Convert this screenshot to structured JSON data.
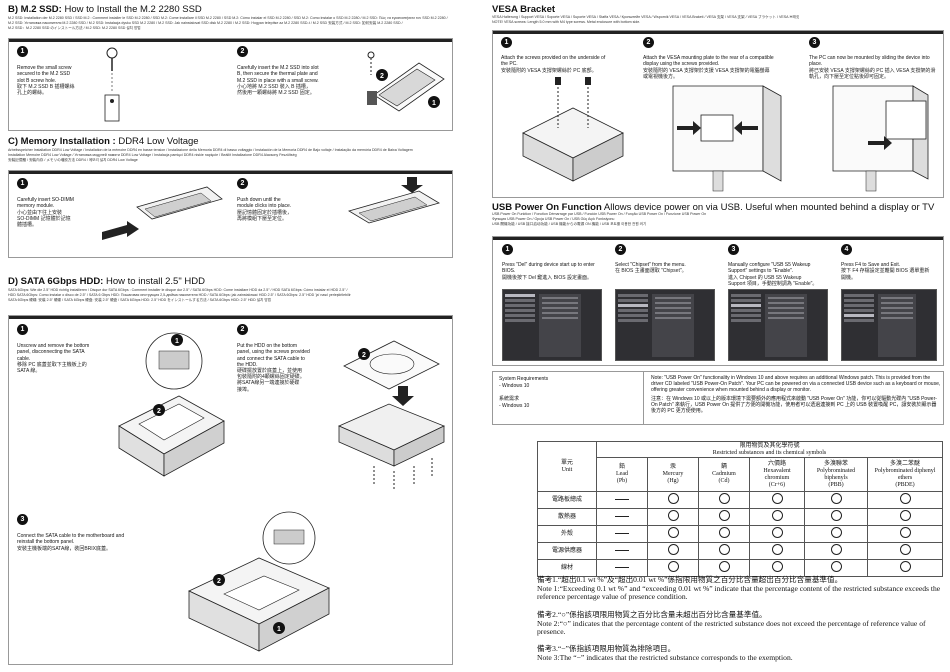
{
  "m2": {
    "heading_bold": "B) M.2 SSD:",
    "heading_rest": " How to Install the M.2 2280 SSD",
    "sub": [
      "M.2 SSD: Installation der M.2 2280 SSD / SSD M.2 : Comment installer le SSD M.2 2280 / SSD M.2: Come installare il SSD M.2 2280 / SSD M.2: Cómo instalar el SSD M.2 2280 / SSD M.2: Como instalar o SSD M.2 2280 / M.2 SSD: Πώς να εγκαταστήσετε τον SSD M.2 2280 /",
      "M.2 SSD: Установка накопителя M.2 2280 SSD / M.2 SSD: Instalacja dysku SSD M.2 2280 / M.2 SSD: Jak nainstalovat SSD disk M.2 2280 / M.2 SSD: Hogyan telepítse az M.2 2280 SSD-t / M.2 SSD 安装方式 / M.2 SSD: 如何安装 M.2 2280 SSD /",
      "M.2 SSD：M.2 2280 SSD のインストール方法 / M.2 SSD: M.2 2280 SSD 설치 방법"
    ],
    "step1_en": "Remove the small screw\nsecured to the M.2 SSD\nslot B screw hole.",
    "step1_zh": "取下 M.2 SSD B 插槽螺絲\n孔上的螺絲。",
    "step2_en": "Carefully insert the M.2 SSD into slot\nB, then secure the thermal plate and\nM.2 SSD in place with a small screw.",
    "step2_zh": "小心地將 M.2 SSD 裝入 B 插槽，\n然後用一顆螺絲將 M.2 SSD 固定。"
  },
  "mem": {
    "heading_bold": "C) Memory Installation :",
    "heading_rest": " DDR4 Low Voltage",
    "sub": [
      "Arbeitsspeicher Installation DDR4 Low Voltage / Installation de la mémoire DDR4 en basse tension / Installazione della Memoria DDR4 di basso voltaggio / Instalación de la Memoria DDR4 de Bajo voltaje / Instalação da memória DDR4 de Baixa Voltagem",
      "Installation Memoire DDR4 Low Voltage / Установка модулей памяти DDR4 Low Voltage / Instalacja pamięci DDR4 niskie napięcie / Beállít Installazione DDR4 Alacsony Feszültség",
      "安裝記憶體 / 安裝內存 / メモリの増設方法 DDR4 / 메모리 설치 DDR4 Low Voltage"
    ],
    "step1_en": "Carefully insert SO-DIMM\nmemory module.",
    "step1_zh": "小心並由下往上安裝\nSO-DIMM 記憶體於記憶\n體插槽。",
    "step2_en": "Push down until the\nmodule clicks into place.",
    "step2_zh": "壓記憶體固定於插槽後，\n再將模組下壓至定位。"
  },
  "sata": {
    "heading_bold": "D) SATA 6Gbps HDD:",
    "heading_rest": " How to install 2.5\" HDD",
    "sub": [
      "SATA 6Gbps: Wie die 2.5\" HDD richtig installieren / Disque dur SATA 6Gbps : Comment installer le disque dur 2.5\" / SATA 6Gbps HDD: Come installare HDD da 2.5\" / HDD SATA 6Gbps: Cómo instalar el HDD 2.5\" /",
      "HDD SATA 6Gbps: Como instalar o disco de 2.5\" / SATA 6 Gbps HDD: Пошаговая инструкция 2,5-дюйма накопителя HDD / SATA 6Gbps: jak zainstalować HDD 2.5\" / SATA 6Gbps: 2.5\" HDD 'ja' nasıl yerleştirilebilir",
      "SATA 6Gbps 硬碟: 安裝 2.5\" 硬碟 / SATA 6Gbps 硬盘: 安装 2.5\" 硬盘 / SATA 6Gbps HDD: 2.5\" HDD をインストールする方法 / SATA 6Gbps HDD: 2.5\" HDD 설치 방법"
    ],
    "step1_en": "Unscrew and remove the bottom\npanel, disconnecting the SATA\ncable.",
    "step1_zh": "移除 PC 底蓋並取下主機板上的\nSATA 線。",
    "step2_en": "Put the HDD on the bottom\npanel, using the screws provided\nand connect the SATA cable to\nthe HDD.",
    "step2_zh": "硬碟擺放置於底蓋上，並使用\n包裝隨附的4顆螺絲固定硬碟。\n將SATA線另一端連接於硬碟\n接埠。",
    "step3_en": "Connect the SATA cable to the motherboard and\nreinstall the bottom panel.",
    "step3_zh": "安裝主機板端的SATA線，裝回BRIX底蓋。"
  },
  "vesa": {
    "heading": "VESA Bracket",
    "sub": [
      "VESA Halterung / Support VESA / Soporte VESA / Suporte VESA / Staffa VESA / Кронштейн VESA / Wspornik VESA / VESA Braketi / VESA 支架 / VESA 支架 / VESA ブラケット / VESA 브래킷",
      "NOTE! VESA screws: Length 5.0 mm with M4 type screws. Metal enclosure with bottom side."
    ],
    "step1_en": "Attach the screws provided on the underside of\nthe PC.",
    "step1_zh": "安裝隨附的 VESA 支撐架螺絲於 PC 底部。",
    "step2_en": "Attach the VESA mounting plate to the rear of a compatible\ndisplay using the screws provided.",
    "step2_zh": "安裝隨附的 VESA 支撐架於支援 VESA 支撐架的電腦螢幕\n或電視機後方。",
    "step3_en": "The PC can now be mounted by sliding the device into\nplace.",
    "step3_zh": "將已安裝 VESA 支撐架螺絲的 PC 插入 VESA 支撐架的滑\n軌孔，向下壓至定位點後即可固定。"
  },
  "usb": {
    "heading_bold": "USB Power On Function",
    "heading_rest": " Allows device power on via USB. Useful when mounted behind a display or TV",
    "sub": [
      "USB Power On Funktion / Fonction Démarrage par USB / Función USB Power On / Função USB Power On / Funzione USB Power On",
      "Функция USB Power On / Opcja USB Power On / USB Güç Açık Fonksiyonu",
      "USB 開機功能 / USB 接口启动功能 / USB 機能からの電源 ON 機能 / USB 포트를 이용한 전원 켜기"
    ],
    "steps": [
      {
        "en": "Press \"Del\" during device start up to enter\nBIOS.",
        "zh": "開機後按下 Del 鍵進入 BIOS 設定畫面。"
      },
      {
        "en": "Select \"Chipset\" from the menu.",
        "zh": "在 BIOS 主畫面選取 \"Chipset\"。"
      },
      {
        "en": "Manually configure \"USB S5 Wakeup\nSupport\" settings to \"Enable\".",
        "zh": "進入 Chipset 的 USB S5 Wakeup\nSupport 項目，手動控制調為 \"Enable\"。"
      },
      {
        "en": "Press F4 to Save and Exit.",
        "zh": "按下 F4 存檔設定並離開 BIOS 選單重新\n開機。"
      }
    ],
    "sysreq_title": "System Requirements",
    "sysreq_val": "- Windows 10",
    "sysreq_zh": "系統需求",
    "sysreq_zh_val": "- Windows 10",
    "note_en": "Note: \"USB Power On\" functionality in Windows 10 and above requires an additional Windows patch. This is provided from the driver CD labeled \"USB Power-On Patch\". Your PC can be powered on via a connected USB device such as a keyboard or mouse, offering greater convenience when mounted behind a display or monitor.",
    "note_zh": "注意：在 Windows 10 或以上的版本環境下需要額外的應用程式來啟動 \"USB Power On\" 功能，你可以從驅動光碟內 \"USB Power-On Patch\" 來執行，USB Power On 提供了方便的開機功能，使用者可以透過連接到 PC 上的 USB 裝置喚醒 PC，讓安裝於顯示器後方的 PC 更方便使用。"
  },
  "rohs": {
    "title_zh": "限用物質及其化學符號",
    "title_en": "Restricted substances and its chemical symbols",
    "unit_zh": "單元",
    "unit_en": "Unit",
    "cols": [
      {
        "zh": "鉛",
        "en": "Lead",
        "sym": "(Pb)"
      },
      {
        "zh": "汞",
        "en": "Mercury",
        "sym": "(Hg)"
      },
      {
        "zh": "鎘",
        "en": "Cadmium",
        "sym": "(Cd)"
      },
      {
        "zh": "六價鉻",
        "en": "Hexavalent chromium",
        "sym": "(Cr+6)"
      },
      {
        "zh": "多溴聯苯",
        "en": "Polybrominated biphenyls",
        "sym": "(PBB)"
      },
      {
        "zh": "多溴二苯醚",
        "en": "Polybrominated diphenyl ethers",
        "sym": "(PBDE)"
      }
    ],
    "rows": [
      {
        "name": "電路板總成",
        "cells": [
          "-",
          "o",
          "o",
          "o",
          "o",
          "o"
        ]
      },
      {
        "name": "散熱器",
        "cells": [
          "-",
          "o",
          "o",
          "o",
          "o",
          "o"
        ]
      },
      {
        "name": "外殼",
        "cells": [
          "-",
          "o",
          "o",
          "o",
          "o",
          "o"
        ]
      },
      {
        "name": "電源供應器",
        "cells": [
          "-",
          "o",
          "o",
          "o",
          "o",
          "o"
        ]
      },
      {
        "name": "線材",
        "cells": [
          "-",
          "o",
          "o",
          "o",
          "o",
          "o"
        ]
      }
    ],
    "remark1_zh": "備考1.“超出0.1 wt %”及“超出0.01 wt %”係指限用物質之百分比含量超出百分比含量基準值。",
    "remark1_en": "Note 1:“Exceeding 0.1 wt %” and “exceeding 0.01 wt %” indicate that the percentage content of the restricted substance exceeds the reference percentage value of presence condition.",
    "remark2_zh": "備考2.“○”係指該項限用物質之百分比含量未超出百分比含量基準值。",
    "remark2_en": "Note 2:“○” indicates that the percentage content of the restricted substance does not exceed the percentage of reference value of presence.",
    "remark3_zh": "備考3.“−”係指該項限用物質為排除項目。",
    "remark3_en": "Note 3:The “−” indicates that the restricted substance corresponds to the exemption."
  }
}
